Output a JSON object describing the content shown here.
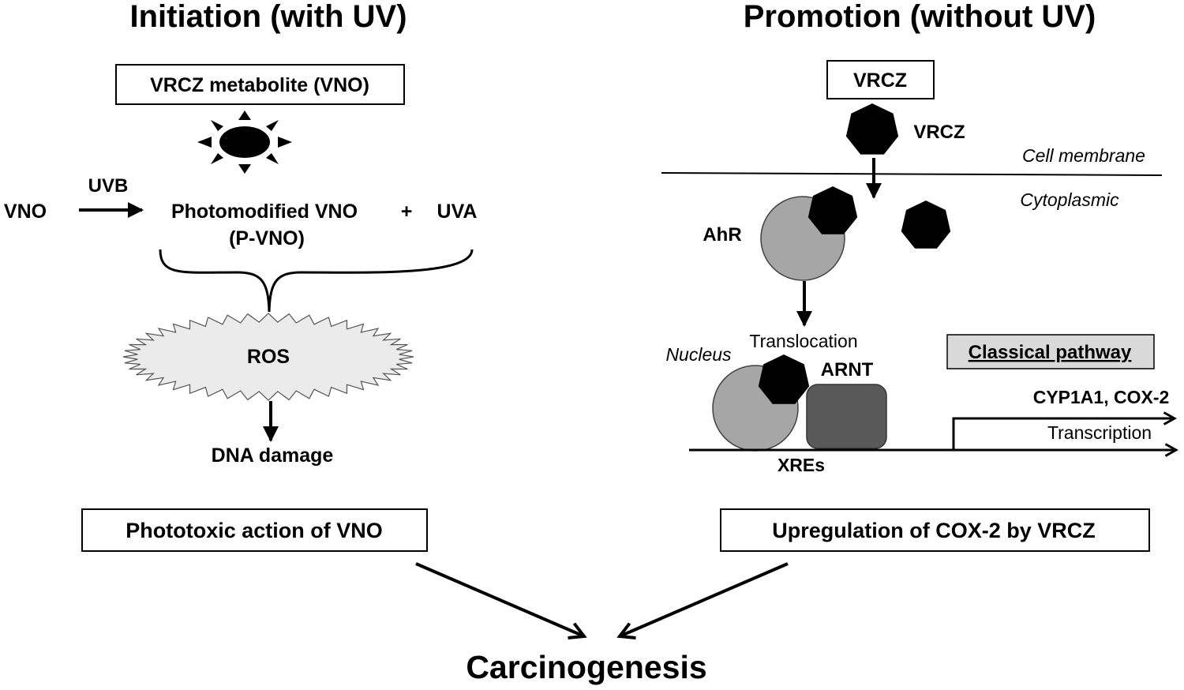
{
  "initiation": {
    "heading": "Initiation (with UV)",
    "metabolite_box": "VRCZ metabolite (VNO)",
    "vno": "VNO",
    "uvb": "UVB",
    "photomodified": "Photomodified VNO",
    "pvno": "(P-VNO)",
    "plus": "+",
    "uva": "UVA",
    "ros": "ROS",
    "dna_damage": "DNA damage",
    "result_box": "Phototoxic action of VNO"
  },
  "promotion": {
    "heading": "Promotion (without UV)",
    "vrcz_box": "VRCZ",
    "vrcz_label": "VRCZ",
    "cell_membrane": "Cell membrane",
    "cytoplasmic": "Cytoplasmic",
    "ahr": "AhR",
    "translocation": "Translocation",
    "nucleus": "Nucleus",
    "arnt": "ARNT",
    "classical_pathway": "Classical pathway",
    "genes": "CYP1A1, COX-2",
    "transcription": "Transcription",
    "xres": "XREs",
    "result_box": "Upregulation of COX-2 by VRCZ"
  },
  "outcome": "Carcinogenesis",
  "colors": {
    "receptor_fill": "#a6a6a6",
    "arnt_fill": "#595959",
    "ros_fill": "#ebebeb",
    "pathway_box_fill": "#d9d9d9",
    "ligand_fill": "#000000"
  }
}
